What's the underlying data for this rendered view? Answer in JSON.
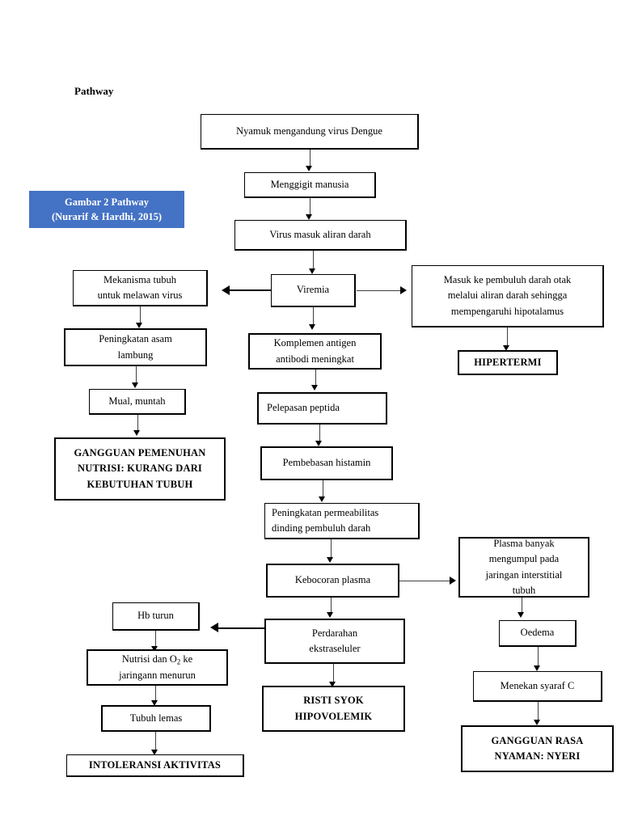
{
  "document": {
    "title": "Pathway"
  },
  "caption": {
    "line1": "Gambar 2 Pathway",
    "line2": "(Nurarif & Hardhi, 2015)",
    "background_color": "#4472C4",
    "text_color": "#FFFFFF"
  },
  "colors": {
    "node_border": "#000000",
    "connector": "#3F3F3F",
    "page_background": "#FFFFFF",
    "accent_blue": "#4472C4"
  },
  "chart_data": {
    "type": "diagram",
    "diagram_kind": "flowchart",
    "title": "Pathway",
    "nodes": [
      {
        "id": "n1",
        "label": "Nyamuk mengandung virus Dengue",
        "emphasis": "normal"
      },
      {
        "id": "n2",
        "label": "Menggigit manusia",
        "emphasis": "normal"
      },
      {
        "id": "n3",
        "label": "Virus masuk aliran darah",
        "emphasis": "normal"
      },
      {
        "id": "n4",
        "label": "Viremia",
        "emphasis": "normal"
      },
      {
        "id": "n5",
        "label": "Mekanisma tubuh untuk melawan virus",
        "emphasis": "normal"
      },
      {
        "id": "n6",
        "label": "Masuk ke pembuluh darah otak melalui aliran darah sehingga mempengaruhi hipotalamus",
        "emphasis": "normal"
      },
      {
        "id": "n7",
        "label": "HIPERTERMI",
        "emphasis": "outcome"
      },
      {
        "id": "n8",
        "label": "Peningkatan asam lambung",
        "emphasis": "normal"
      },
      {
        "id": "n9",
        "label": "Mual, muntah",
        "emphasis": "normal"
      },
      {
        "id": "n10",
        "label": "GANGGUAN PEMENUHAN NUTRISI: KURANG DARI KEBUTUHAN TUBUH",
        "emphasis": "outcome"
      },
      {
        "id": "n11",
        "label": "Komplemen antigen antibodi meningkat",
        "emphasis": "normal"
      },
      {
        "id": "n12",
        "label": "Pelepasan peptida",
        "emphasis": "normal"
      },
      {
        "id": "n13",
        "label": "Pembebasan histamin",
        "emphasis": "normal"
      },
      {
        "id": "n14",
        "label": "Peningkatan permeabilitas dinding pembuluh darah",
        "emphasis": "normal"
      },
      {
        "id": "n15",
        "label": "Kebocoran plasma",
        "emphasis": "normal"
      },
      {
        "id": "n16",
        "label": "Plasma banyak mengumpul pada jaringan interstitial tubuh",
        "emphasis": "normal"
      },
      {
        "id": "n17",
        "label": "Oedema",
        "emphasis": "normal"
      },
      {
        "id": "n18",
        "label": "Menekan syaraf C",
        "emphasis": "normal"
      },
      {
        "id": "n19",
        "label": "GANGGUAN RASA NYAMAN: NYERI",
        "emphasis": "outcome"
      },
      {
        "id": "n20",
        "label": "Perdarahan ekstraseluler",
        "emphasis": "normal"
      },
      {
        "id": "n21",
        "label": "RISTI SYOK HIPOVOLEMIK",
        "emphasis": "outcome"
      },
      {
        "id": "n22",
        "label": "Hb turun",
        "emphasis": "normal"
      },
      {
        "id": "n23",
        "label": "Nutrisi dan O2 ke jaringann menurun",
        "emphasis": "normal"
      },
      {
        "id": "n24",
        "label": "Tubuh lemas",
        "emphasis": "normal"
      },
      {
        "id": "n25",
        "label": "INTOLERANSI AKTIVITAS",
        "emphasis": "outcome"
      }
    ],
    "edges": [
      {
        "from": "n1",
        "to": "n2",
        "direction": "down"
      },
      {
        "from": "n2",
        "to": "n3",
        "direction": "down"
      },
      {
        "from": "n3",
        "to": "n4",
        "direction": "down"
      },
      {
        "from": "n4",
        "to": "n5",
        "direction": "left"
      },
      {
        "from": "n4",
        "to": "n6",
        "direction": "right"
      },
      {
        "from": "n4",
        "to": "n11",
        "direction": "down"
      },
      {
        "from": "n6",
        "to": "n7",
        "direction": "down"
      },
      {
        "from": "n5",
        "to": "n8",
        "direction": "down"
      },
      {
        "from": "n8",
        "to": "n9",
        "direction": "down"
      },
      {
        "from": "n9",
        "to": "n10",
        "direction": "down"
      },
      {
        "from": "n11",
        "to": "n12",
        "direction": "down"
      },
      {
        "from": "n12",
        "to": "n13",
        "direction": "down"
      },
      {
        "from": "n13",
        "to": "n14",
        "direction": "down"
      },
      {
        "from": "n14",
        "to": "n15",
        "direction": "down"
      },
      {
        "from": "n15",
        "to": "n16",
        "direction": "right"
      },
      {
        "from": "n15",
        "to": "n20",
        "direction": "down"
      },
      {
        "from": "n16",
        "to": "n17",
        "direction": "down"
      },
      {
        "from": "n17",
        "to": "n18",
        "direction": "down"
      },
      {
        "from": "n18",
        "to": "n19",
        "direction": "down"
      },
      {
        "from": "n20",
        "to": "n21",
        "direction": "down"
      },
      {
        "from": "n20",
        "to": "n22",
        "direction": "left"
      },
      {
        "from": "n22",
        "to": "n23",
        "direction": "down"
      },
      {
        "from": "n23",
        "to": "n24",
        "direction": "down"
      },
      {
        "from": "n24",
        "to": "n25",
        "direction": "down"
      }
    ]
  },
  "nodes": {
    "n1": {
      "label": "Nyamuk mengandung virus Dengue"
    },
    "n2": {
      "label": "Menggigit manusia"
    },
    "n3": {
      "label": "Virus masuk aliran darah"
    },
    "n4": {
      "label": "Viremia"
    },
    "n5": {
      "line1": "Mekanisma tubuh",
      "line2": "untuk melawan virus"
    },
    "n6": {
      "line1": "Masuk ke pembuluh darah otak",
      "line2": "melalui aliran darah sehingga",
      "line3": "mempengaruhi hipotalamus"
    },
    "n7": {
      "label": "HIPERTERMI"
    },
    "n8": {
      "line1": "Peningkatan asam",
      "line2": "lambung"
    },
    "n9": {
      "label": "Mual, muntah"
    },
    "n10": {
      "line1": "GANGGUAN PEMENUHAN",
      "line2": "NUTRISI: KURANG DARI",
      "line3": "KEBUTUHAN TUBUH"
    },
    "n11": {
      "line1": "Komplemen antigen",
      "line2": "antibodi meningkat"
    },
    "n12": {
      "label": "Pelepasan peptida"
    },
    "n13": {
      "label": "Pembebasan histamin"
    },
    "n14": {
      "line1": "Peningkatan permeabilitas",
      "line2": "dinding pembuluh darah"
    },
    "n15": {
      "label": "Kebocoran plasma"
    },
    "n16": {
      "line1": "Plasma banyak",
      "line2": "mengumpul pada",
      "line3": "jaringan interstitial",
      "line4": "tubuh"
    },
    "n17": {
      "label": "Oedema"
    },
    "n18": {
      "label": "Menekan syaraf C"
    },
    "n19": {
      "line1": "GANGGUAN RASA",
      "line2": "NYAMAN: NYERI"
    },
    "n20": {
      "line1": "Perdarahan",
      "line2": "ekstraseluler"
    },
    "n21": {
      "line1": "RISTI SYOK",
      "line2": "HIPOVOLEMIK"
    },
    "n22": {
      "label": "Hb turun"
    },
    "n23": {
      "line1a": "Nutrisi dan O",
      "line1sub": "2",
      "line1b": " ke",
      "line2": "jaringann menurun"
    },
    "n24": {
      "label": "Tubuh lemas"
    },
    "n25": {
      "label": "INTOLERANSI AKTIVITAS"
    }
  }
}
